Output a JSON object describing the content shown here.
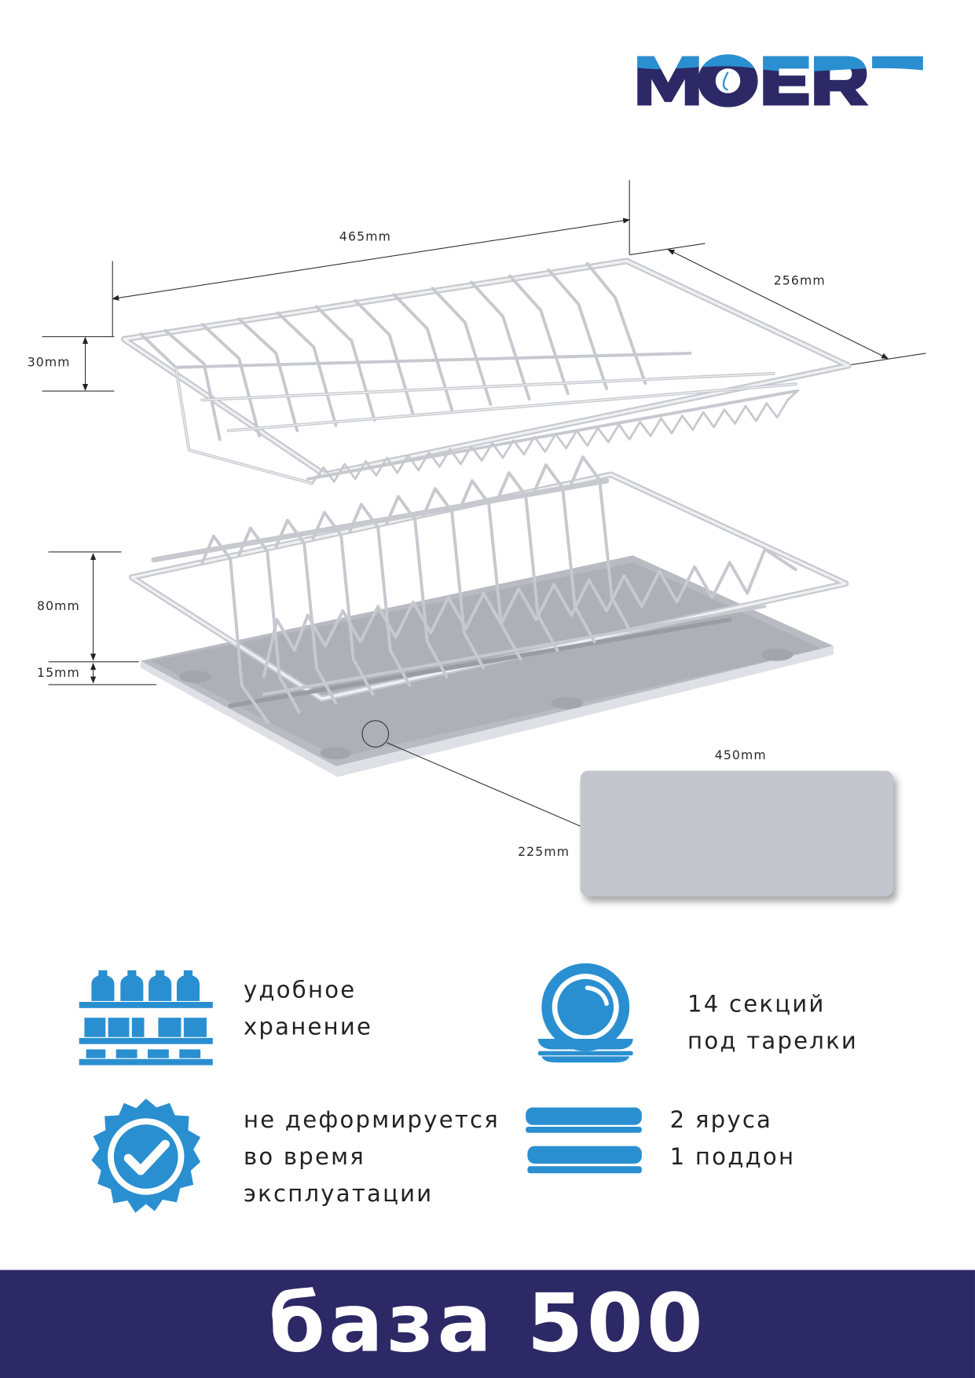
{
  "brand": {
    "logo_text": "MOER"
  },
  "dimensions": {
    "top_rack_width": "465mm",
    "top_rack_depth": "256mm",
    "top_rack_height": "30mm",
    "bottom_rack_height": "80mm",
    "tray_height": "15mm",
    "tray_panel_width": "450mm",
    "tray_panel_depth": "225mm"
  },
  "features": [
    {
      "icon": "storage-shelves-icon",
      "lines": [
        "удобное",
        "хранение"
      ]
    },
    {
      "icon": "plate-icon",
      "lines": [
        "14 секций",
        "под тарелки"
      ]
    },
    {
      "icon": "quality-badge-icon",
      "lines": [
        "не деформируется",
        "во время",
        "эксплуатации"
      ]
    },
    {
      "icon": "tiers-icon",
      "lines": [
        "2 яруса",
        "1 поддон"
      ]
    }
  ],
  "footer": {
    "title": "база 500"
  },
  "colors": {
    "accent_blue": "#2a8fd0",
    "brand_navy": "#2d2866",
    "tray_gray": "#c4c6ce"
  }
}
